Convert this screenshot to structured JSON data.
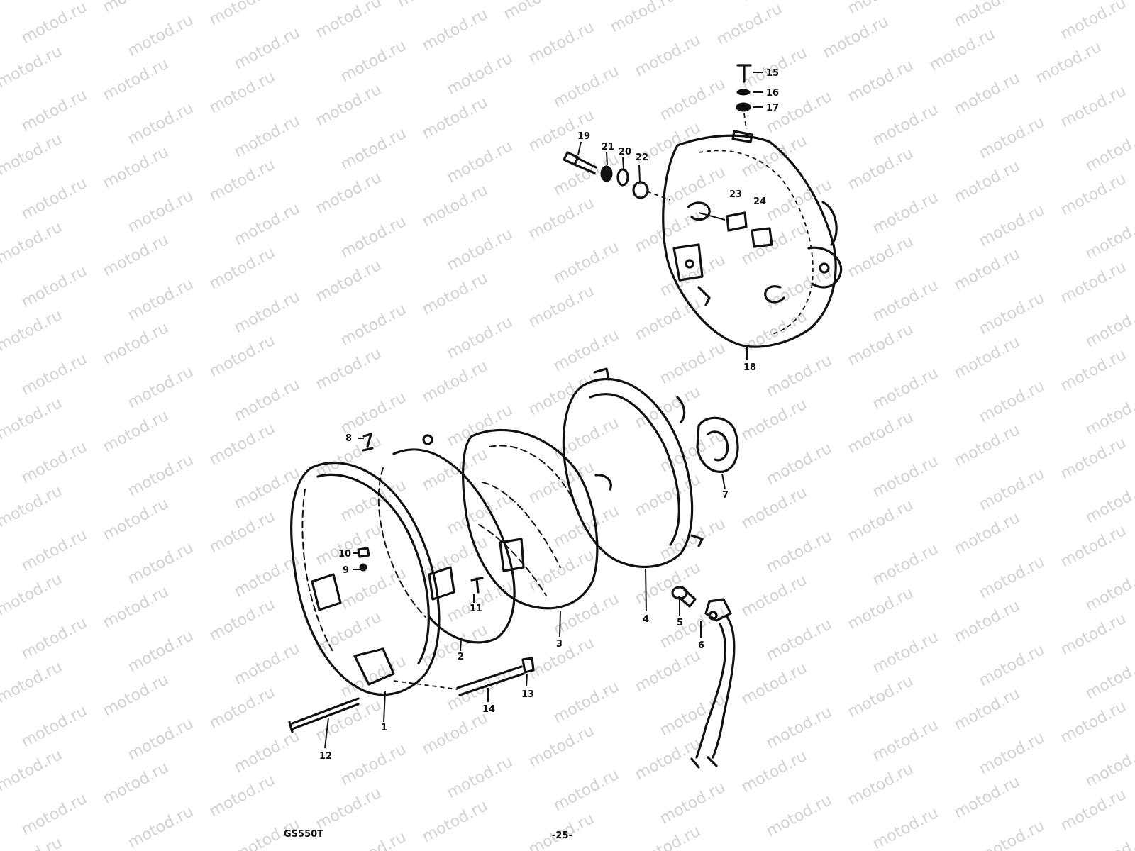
{
  "watermark": "motod.ru",
  "footer": {
    "model_code": "GS550T",
    "page_number": "-25-"
  },
  "callouts": [
    "1",
    "2",
    "3",
    "4",
    "5",
    "6",
    "7",
    "8",
    "9",
    "10",
    "11",
    "12",
    "13",
    "14",
    "15",
    "16",
    "17",
    "18",
    "19",
    "20",
    "21",
    "22",
    "23",
    "24"
  ]
}
